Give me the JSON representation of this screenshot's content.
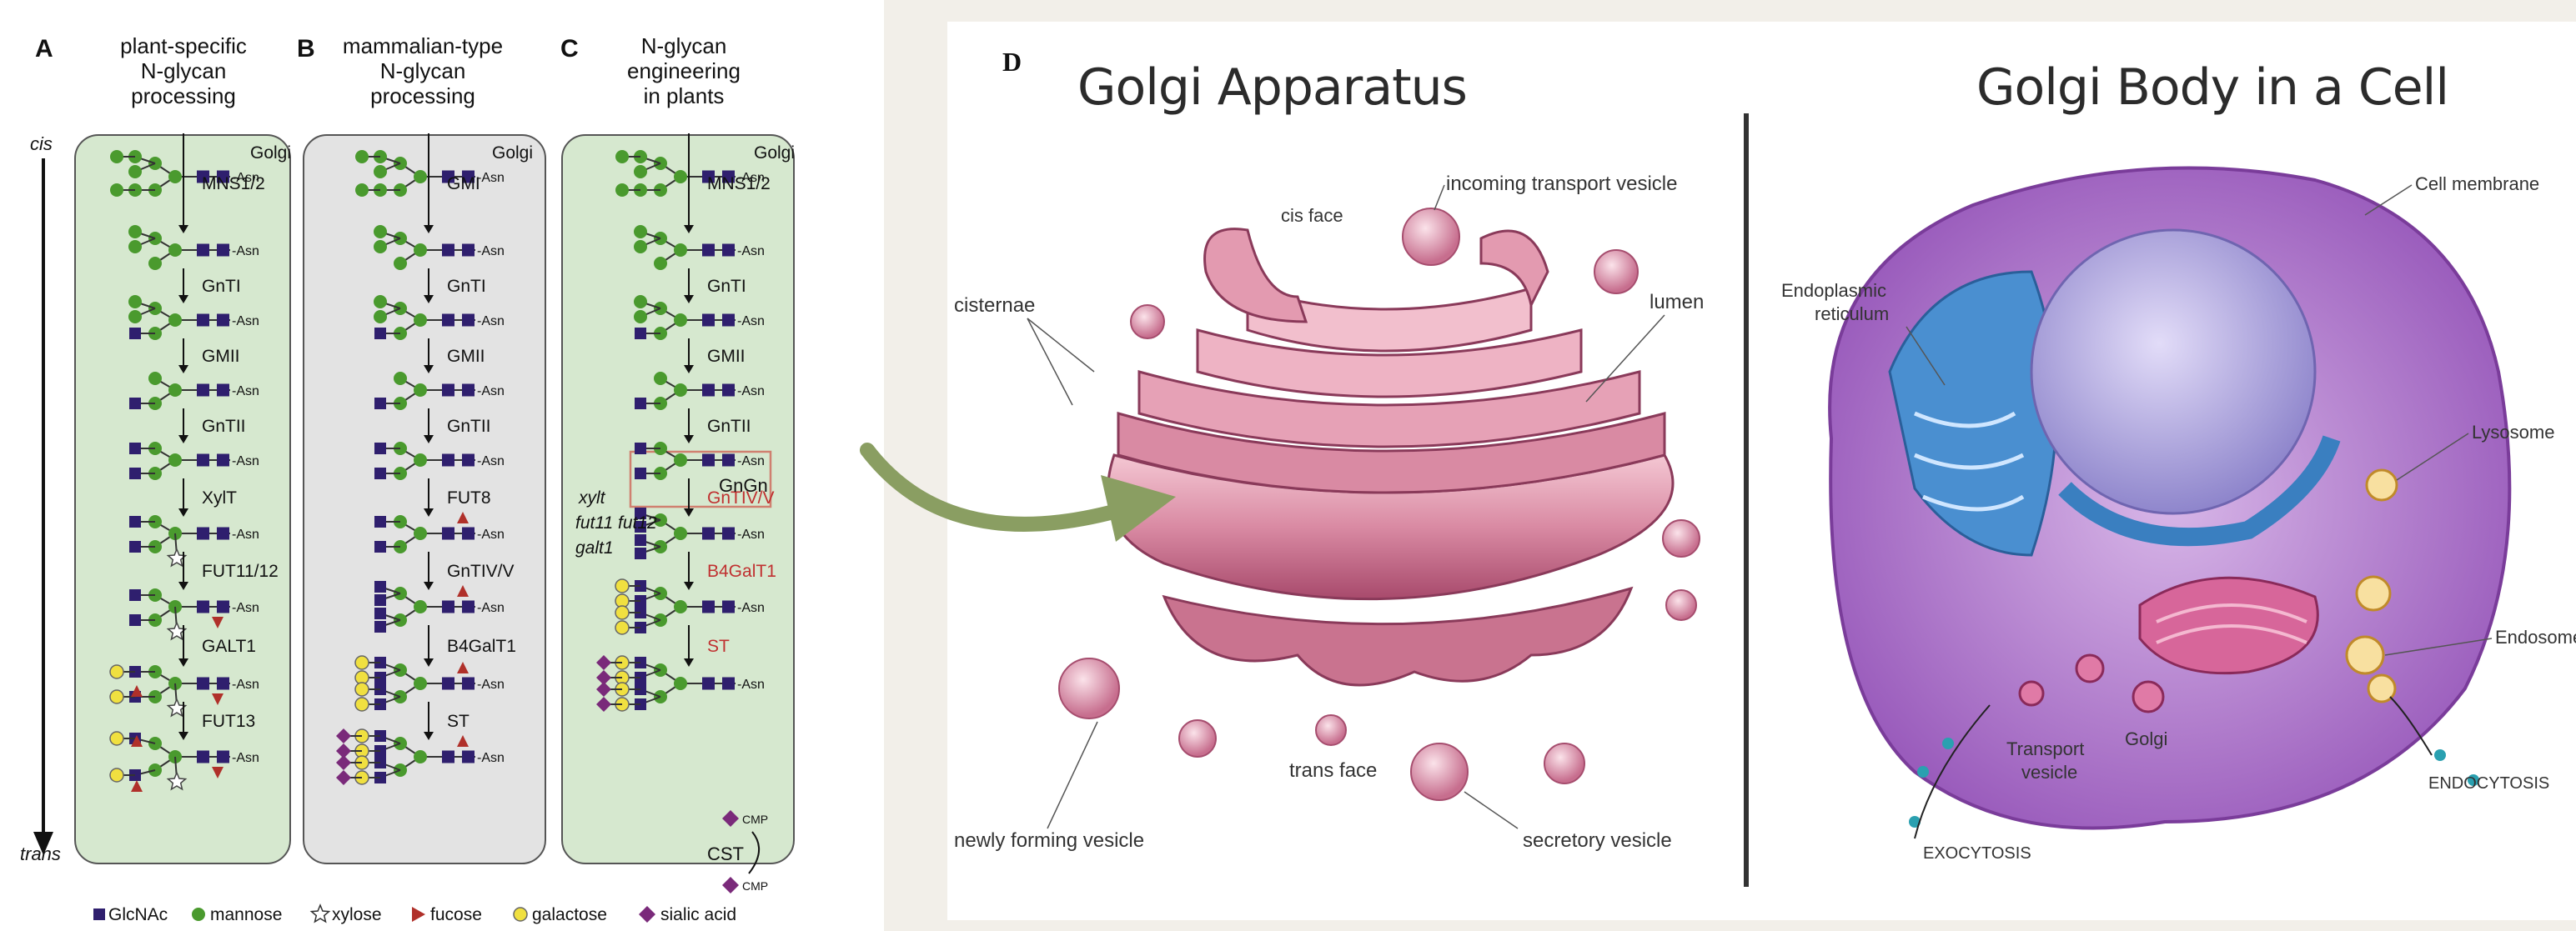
{
  "colors": {
    "green_panel": "#d6e8cf",
    "gray_panel": "#e3e3e3",
    "glcnac": "#2f1f6e",
    "mannose": "#4a9a2e",
    "galactose": "#f0e040",
    "sialic": "#7a2a7a",
    "fucose": "#b0302a",
    "red_text": "#c03030",
    "arrow_green": "#8a9e62",
    "golgi_pink": "#b85a7a"
  },
  "panelA": {
    "letter": "A",
    "title": [
      "plant-specific",
      "N-glycan",
      "processing"
    ]
  },
  "panelB": {
    "letter": "B",
    "title": [
      "mammalian-type",
      "N-glycan",
      "processing"
    ]
  },
  "panelC": {
    "letter": "C",
    "title": [
      "N-glycan",
      "engineering",
      "in plants"
    ]
  },
  "axis": {
    "top": "cis",
    "bottom": "trans"
  },
  "golgi_label": "Golgi",
  "asn": "Asn",
  "enzymesA": [
    "MNS1/2",
    "GnTI",
    "GMII",
    "GnTII",
    "XylT",
    "FUT11/12",
    "GALT1",
    "FUT13"
  ],
  "enzymesB": [
    "GMI",
    "GnTI",
    "GMII",
    "GnTII",
    "FUT8",
    "GnTIV/V",
    "B4GalT1",
    "ST"
  ],
  "enzymesC": [
    "MNS1/2",
    "GnTI",
    "GMII",
    "GnTII",
    "GnTIV/V",
    "B4GalT1",
    "ST"
  ],
  "gngn": "GnGn",
  "knockouts": [
    "xylt",
    "fut11 fut12",
    "galt1"
  ],
  "cmp": "CMP",
  "cst": "CST",
  "legend": [
    "GlcNAc",
    "mannose",
    "xylose",
    "fucose",
    "galactose",
    "sialic acid"
  ],
  "panelD": {
    "letter": "D",
    "title_left": "Golgi Apparatus",
    "title_right": "Golgi Body in a Cell",
    "labels_left": [
      "cis face",
      "incoming transport vesicle",
      "cisternae",
      "lumen",
      "trans face",
      "newly forming vesicle",
      "secretory vesicle"
    ],
    "labels_right": [
      "Cell membrane",
      "Endoplasmic reticulum",
      "Lysosome",
      "Endosome",
      "Golgi",
      "Transport vesicle",
      "EXOCYTOSIS",
      "ENDOCYTOSIS"
    ]
  }
}
